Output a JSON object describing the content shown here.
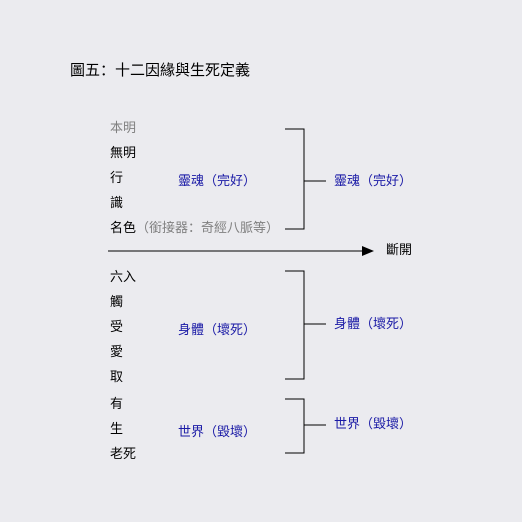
{
  "title": "圖五：十二因緣與生死定義",
  "left_terms": {
    "benming": "本明",
    "wuming": "無明",
    "xing": "行",
    "shi": "識",
    "mingse": "名色",
    "mingse_note": "（銜接器：奇經八脈等）",
    "liuru": "六入",
    "chu": "觸",
    "shou": "受",
    "ai": "愛",
    "qu": "取",
    "you": "有",
    "sheng": "生",
    "laosi": "老死"
  },
  "groups": {
    "soul_inner": "靈魂（完好）",
    "soul_outer": "靈魂（完好）",
    "body_inner": "身體（壞死）",
    "body_outer": "身體（壞死）",
    "world_inner": "世界（毀壞）",
    "world_outer": "世界（毀壞）"
  },
  "arrow_label": "斷開",
  "colors": {
    "group_text": "#1a1aa6",
    "benming_text": "#808080",
    "lines": "#000000"
  }
}
